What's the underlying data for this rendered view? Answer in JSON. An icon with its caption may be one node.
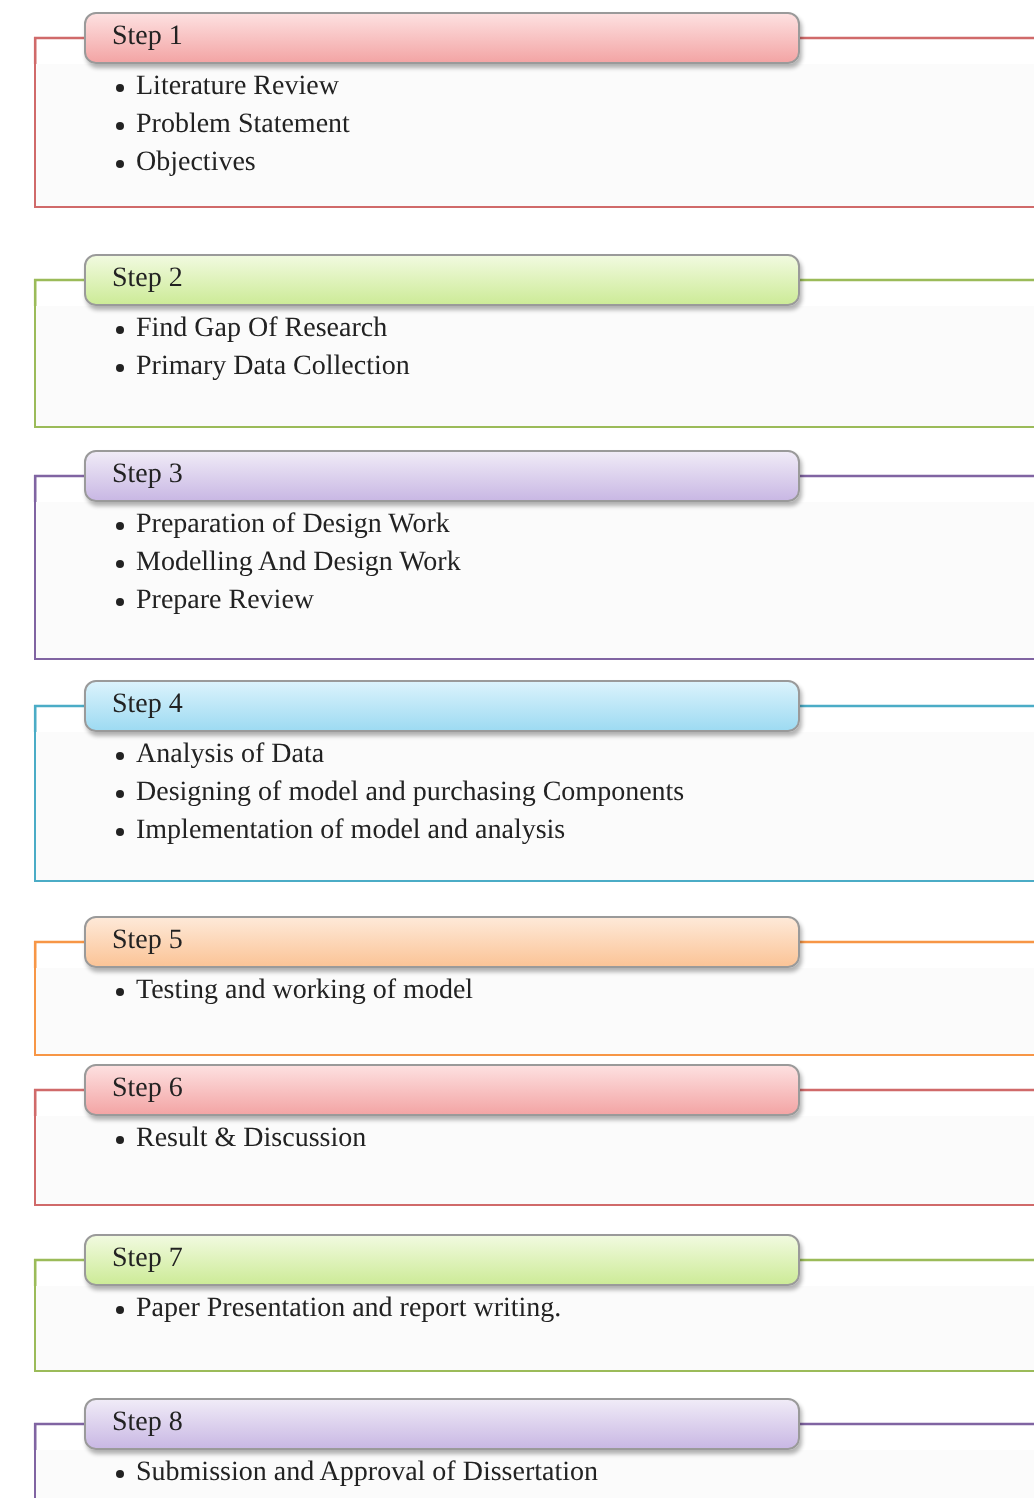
{
  "diagram": {
    "nodes": [
      {
        "text": [
          "Step 1"
        ]
      },
      {
        "text": [
          "Literature Review",
          "Problem Statement",
          "Objectives"
        ]
      },
      {
        "text": [
          "Step 2"
        ]
      },
      {
        "text": [
          "Find Gap Of Research",
          "Primary Data Collection"
        ]
      },
      {
        "text": [
          "Step 3"
        ]
      },
      {
        "text": [
          "Preparation of Design Work",
          "Modelling And Design Work",
          "Prepare Review"
        ]
      },
      {
        "text": [
          "Step 4"
        ]
      },
      {
        "text": [
          "Analysis of  Data",
          "Designing of model and purchasing Components",
          "Implementation of model and analysis"
        ]
      },
      {
        "text": [
          "Step 5"
        ]
      },
      {
        "text": [
          "Testing and working of model"
        ]
      },
      {
        "text": [
          "Step 6"
        ]
      },
      {
        "text": [
          "Result & Discussion"
        ]
      },
      {
        "text": [
          "Step 7"
        ]
      },
      {
        "text": [
          "Paper Presentation and report writing."
        ]
      },
      {
        "text": [
          "Step 8"
        ]
      },
      {
        "text": [
          "Submission and Approval of Dissertation"
        ]
      }
    ]
  }
}
